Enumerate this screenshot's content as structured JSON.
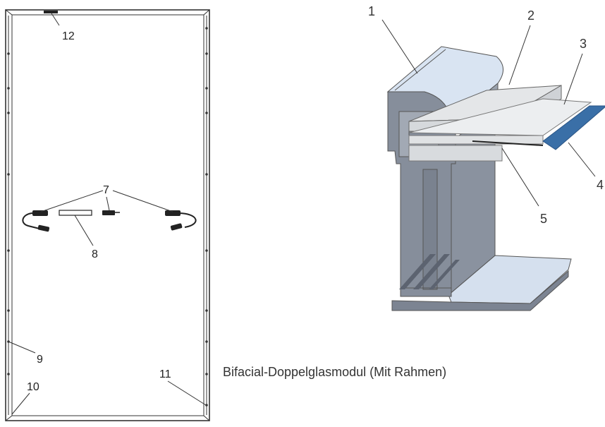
{
  "panel_labels": {
    "l7": "7",
    "l8": "8",
    "l9": "9",
    "l10": "10",
    "l11": "11",
    "l12": "12"
  },
  "section_labels": {
    "s1": "1",
    "s2": "2",
    "s3": "3",
    "s4": "4",
    "s5": "5"
  },
  "caption": "Bifacial-Doppelglasmodul (Mit Rahmen)",
  "colors": {
    "frame_dark": "#7b8391",
    "frame_mid": "#8f96a3",
    "frame_light": "#d8e3f0",
    "glass": "#e6e8ea",
    "blue_strip": "#3a70a8"
  }
}
